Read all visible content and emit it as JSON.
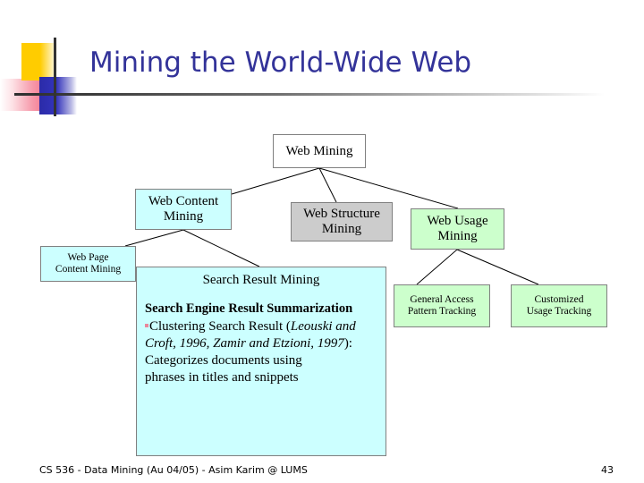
{
  "slide": {
    "title": "Mining the World-Wide Web",
    "title_color": "#333399",
    "footer": "CS 536 - Data Mining (Au 04/05) - Asim Karim @ LUMS",
    "page_number": "43"
  },
  "diagram": {
    "type": "tree",
    "nodes": {
      "web_mining": {
        "label": "Web Mining",
        "fill": "#FFFFFF",
        "border": "#808080"
      },
      "web_content_mining": {
        "label": "Web Content Mining",
        "line1": "Web Content",
        "line2": "Mining",
        "fill": "#CCFFFF",
        "border": "#808080"
      },
      "web_structure_mining": {
        "label": "Web Structure Mining",
        "line1": "Web Structure",
        "line2": "Mining",
        "fill": "#CCCCCC",
        "border": "#808080"
      },
      "web_usage_mining": {
        "label": "Web Usage Mining",
        "line1": "Web Usage",
        "line2": "Mining",
        "fill": "#CCFFCC",
        "border": "#808080"
      },
      "web_page_content_mining": {
        "label": "Web Page Content Mining",
        "line1": "Web Page",
        "line2": "Content Mining",
        "fill": "#CCFFFF",
        "border": "#808080"
      },
      "general_access": {
        "label": "General Access Pattern Tracking",
        "line1": "General Access",
        "line2": "Pattern Tracking",
        "fill": "#CCFFCC",
        "border": "#808080"
      },
      "customized_usage": {
        "label": "Customized Usage Tracking",
        "line1": "Customized",
        "line2": "Usage Tracking",
        "fill": "#CCFFCC",
        "border": "#808080"
      }
    },
    "search_result_mining": {
      "heading": "Search Result Mining",
      "subheading": "Search Engine Result Summarization",
      "bullet_prefix": "Clustering Search Result (",
      "citation": "Leouski and Croft, 1996, Zamir and Etzioni, 1997",
      "bullet_suffix": "):",
      "description_line1": "Categorizes documents using",
      "description_line2": "phrases in titles and snippets",
      "fill": "#CCFFFF",
      "bullet_color": "#E8889B"
    },
    "edges": [
      {
        "from": "web_mining",
        "to": "web_content_mining"
      },
      {
        "from": "web_mining",
        "to": "web_structure_mining"
      },
      {
        "from": "web_mining",
        "to": "web_usage_mining"
      },
      {
        "from": "web_content_mining",
        "to": "web_page_content_mining"
      },
      {
        "from": "web_content_mining",
        "to": "search_result_mining"
      },
      {
        "from": "web_usage_mining",
        "to": "general_access"
      },
      {
        "from": "web_usage_mining",
        "to": "customized_usage"
      }
    ]
  }
}
